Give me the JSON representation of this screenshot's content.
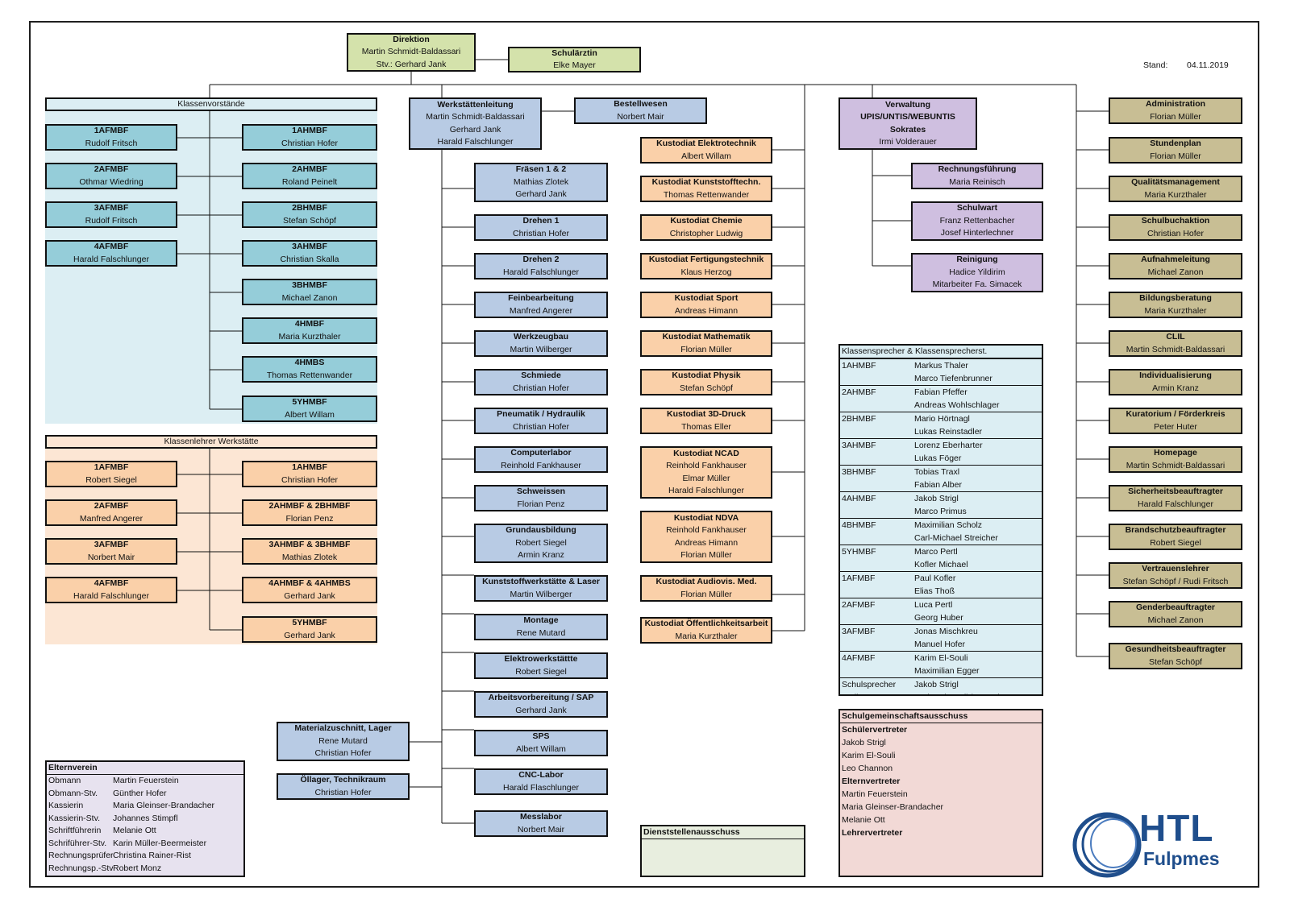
{
  "stand": {
    "label": "Stand:",
    "date": "04.11.2019"
  },
  "direktion": {
    "title": "Direktion",
    "name": "Martin Schmidt-Baldassari",
    "deputy": "Stv.:  Gerhard Jank"
  },
  "schularzt": {
    "title": "Schulärztin",
    "name": "Elke Mayer"
  },
  "klassenvorstaende": {
    "header": "Klassenvorstände",
    "left": [
      {
        "title": "1AFMBF",
        "name": "Rudolf Fritsch"
      },
      {
        "title": "2AFMBF",
        "name": "Othmar Wiedring"
      },
      {
        "title": "3AFMBF",
        "name": "Rudolf Fritsch"
      },
      {
        "title": "4AFMBF",
        "name": "Harald Falschlunger"
      }
    ],
    "right": [
      {
        "title": "1AHMBF",
        "name": "Christian Hofer"
      },
      {
        "title": "2AHMBF",
        "name": "Roland Peinelt"
      },
      {
        "title": "2BHMBF",
        "name": "Stefan Schöpf"
      },
      {
        "title": "3AHMBF",
        "name": "Christian Skalla"
      },
      {
        "title": "3BHMBF",
        "name": "Michael Zanon"
      },
      {
        "title": "4HMBF",
        "name": "Maria Kurzthaler"
      },
      {
        "title": "4HMBS",
        "name": "Thomas Rettenwander"
      },
      {
        "title": "5YHMBF",
        "name": "Albert Willam"
      }
    ]
  },
  "klassenlehrer": {
    "header": "Klassenlehrer Werkstätte",
    "left": [
      {
        "title": "1AFMBF",
        "name": "Robert Siegel"
      },
      {
        "title": "2AFMBF",
        "name": "Manfred Angerer"
      },
      {
        "title": "3AFMBF",
        "name": "Norbert Mair"
      },
      {
        "title": "4AFMBF",
        "name": "Harald Falschlunger"
      }
    ],
    "right": [
      {
        "title": "1AHMBF",
        "name": "Christian Hofer"
      },
      {
        "title": "2AHMBF & 2BHMBF",
        "name": "Florian Penz"
      },
      {
        "title": "3AHMBF & 3BHMBF",
        "name": "Mathias Zlotek"
      },
      {
        "title": "4AHMBF & 4AHMBS",
        "name": "Gerhard Jank"
      },
      {
        "title": "5YHMBF",
        "name": "Gerhard Jank"
      }
    ]
  },
  "werkstaettenleitung": {
    "title": "Werkstättenleitung",
    "names": [
      "Martin Schmidt-Baldassari",
      "Gerhard Jank",
      "Harald Falschlunger"
    ]
  },
  "bestellwesen": {
    "title": "Bestellwesen",
    "name": "Norbert Mair"
  },
  "werkstaetten": [
    {
      "title": "Fräsen 1 & 2",
      "names": [
        "Mathias Zlotek",
        "Gerhard Jank"
      ]
    },
    {
      "title": "Drehen 1",
      "names": [
        "Christian Hofer"
      ]
    },
    {
      "title": "Drehen 2",
      "names": [
        "Harald Falschlunger"
      ]
    },
    {
      "title": "Feinbearbeitung",
      "names": [
        "Manfred Angerer"
      ]
    },
    {
      "title": "Werkzeugbau",
      "names": [
        "Martin Wilberger"
      ]
    },
    {
      "title": "Schmiede",
      "names": [
        "Christian Hofer"
      ]
    },
    {
      "title": "Pneumatik / Hydraulik",
      "names": [
        "Christian Hofer"
      ]
    },
    {
      "title": "Computerlabor",
      "names": [
        "Reinhold Fankhauser"
      ]
    },
    {
      "title": "Schweissen",
      "names": [
        "Florian Penz"
      ]
    },
    {
      "title": "Grundausbildung",
      "names": [
        "Robert Siegel",
        "Armin Kranz"
      ]
    },
    {
      "title": "Kunststoffwerkstätte & Laser",
      "names": [
        "Martin Wilberger"
      ]
    },
    {
      "title": "Montage",
      "names": [
        "Rene Mutard"
      ]
    },
    {
      "title": "Elektrowerkstättte",
      "names": [
        "Robert Siegel"
      ]
    },
    {
      "title": "Arbeitsvorbereitung / SAP",
      "names": [
        "Gerhard Jank"
      ]
    },
    {
      "title": "SPS",
      "names": [
        "Albert Willam"
      ]
    },
    {
      "title": "CNC-Labor",
      "names": [
        "Harald Flaschlunger"
      ]
    },
    {
      "title": "Messlabor",
      "names": [
        "Norbert Mair"
      ]
    }
  ],
  "materialzuschnitt": {
    "title": "Materialzuschnitt, Lager",
    "names": [
      "Rene Mutard",
      "Christian Hofer"
    ]
  },
  "oellager": {
    "title": "Öllager, Technikraum",
    "names": [
      "Christian Hofer"
    ]
  },
  "kustodiate": [
    {
      "title": "Kustodiat Elektrotechnik",
      "names": [
        "Albert Willam"
      ]
    },
    {
      "title": "Kustodiat Kunststofftechn.",
      "names": [
        "Thomas Rettenwander"
      ]
    },
    {
      "title": "Kustodiat Chemie",
      "names": [
        "Christopher Ludwig"
      ]
    },
    {
      "title": "Kustodiat Fertigungstechnik",
      "names": [
        "Klaus Herzog"
      ]
    },
    {
      "title": "Kustodiat Sport",
      "names": [
        "Andreas Himann"
      ]
    },
    {
      "title": "Kustodiat Mathematik",
      "names": [
        "Florian Müller"
      ]
    },
    {
      "title": "Kustodiat Physik",
      "names": [
        "Stefan Schöpf"
      ]
    },
    {
      "title": "Kustodiat 3D-Druck",
      "names": [
        "Thomas Eller"
      ]
    },
    {
      "title": "Kustodiat NCAD",
      "names": [
        "Reinhold Fankhauser",
        "Elmar Müller",
        "Harald Falschlunger"
      ]
    },
    {
      "title": "Kustodiat NDVA",
      "names": [
        "Reinhold Fankhauser",
        "Andreas Himann",
        "Florian Müller"
      ]
    },
    {
      "title": "Kustodiat Audiovis. Med.",
      "names": [
        "Florian Müller"
      ]
    },
    {
      "title": "Kustodiat Öffentlichkeitsarbeit",
      "names": [
        "Maria Kurzthaler"
      ]
    }
  ],
  "verwaltung": {
    "titles": [
      "Verwaltung",
      "UPIS/UNTIS/WEBUNTIS",
      "Sokrates"
    ],
    "name": "Irmi Volderauer"
  },
  "verwaltung_sub": [
    {
      "title": "Rechnungsführung",
      "names": [
        "Maria Reinisch"
      ]
    },
    {
      "title": "Schulwart",
      "names": [
        "Franz Rettenbacher",
        "Josef Hinterlechner"
      ]
    },
    {
      "title": "Reinigung",
      "names": [
        "Hadice Yildirim",
        "Mitarbeiter Fa. Simacek"
      ]
    }
  ],
  "sprecher": {
    "header": "Klassensprecher & Klassensprecherst.",
    "groups": [
      {
        "klasse": "1AHMBF",
        "names": [
          "Markus Thaler",
          "Marco Tiefenbrunner"
        ]
      },
      {
        "klasse": "2AHMBF",
        "names": [
          "Fabian Pfeffer",
          "Andreas Wohlschlager"
        ]
      },
      {
        "klasse": "2BHMBF",
        "names": [
          "Mario Hörtnagl",
          "Lukas Reinstadler"
        ]
      },
      {
        "klasse": "3AHMBF",
        "names": [
          "Lorenz Eberharter",
          "Lukas Föger"
        ]
      },
      {
        "klasse": "3BHMBF",
        "names": [
          "Tobias Traxl",
          "Fabian Alber"
        ]
      },
      {
        "klasse": "4AHMBF",
        "names": [
          "Jakob Strigl",
          "Marco Primus"
        ]
      },
      {
        "klasse": "4BHMBF",
        "names": [
          "Maximilian Scholz",
          "Carl-Michael Streicher"
        ]
      },
      {
        "klasse": "5YHMBF",
        "names": [
          "Marco Pertl",
          "Kofler Michael"
        ]
      },
      {
        "klasse": "1AFMBF",
        "names": [
          "Paul Kofler",
          "Elias Thoß"
        ]
      },
      {
        "klasse": "2AFMBF",
        "names": [
          "Luca Pertl",
          "Georg Huber"
        ]
      },
      {
        "klasse": "3AFMBF",
        "names": [
          "Jonas Mischkreu",
          "Manuel Hofer"
        ]
      },
      {
        "klasse": "4AFMBF",
        "names": [
          "Karim El-Souli",
          "Maximilian Egger"
        ]
      }
    ],
    "footer": [
      {
        "role": "Schulsprecher",
        "name": "Jakob Strigl"
      },
      {
        "role": "Stellvertreter",
        "name": "Karim El-Souli / Leo Channon"
      }
    ]
  },
  "sga": {
    "header": "Schulgemeinschaftsausschuss",
    "lines": [
      {
        "text": "Schülervertreter",
        "bold": true
      },
      {
        "text": "Jakob Strigl",
        "bold": false
      },
      {
        "text": "Karim El-Souli",
        "bold": false
      },
      {
        "text": "Leo Channon",
        "bold": false
      },
      {
        "text": "Elternvertreter",
        "bold": true
      },
      {
        "text": "Martin Feuerstein",
        "bold": false
      },
      {
        "text": "Maria Gleinser-Brandacher",
        "bold": false
      },
      {
        "text": "Melanie Ott",
        "bold": false
      },
      {
        "text": "Lehrervertreter",
        "bold": true
      }
    ]
  },
  "dienststellenausschuss": {
    "header": "Dienststellenausschuss"
  },
  "elternverein": {
    "header": "Elternverein",
    "rows": [
      {
        "role": "Obmann",
        "name": "Martin Feuerstein"
      },
      {
        "role": "Obmann-Stv.",
        "name": "Günther Hofer"
      },
      {
        "role": "Kassierin",
        "name": "Maria Gleinser-Brandacher"
      },
      {
        "role": "Kassierin-Stv.",
        "name": "Johannes Stimpfl"
      },
      {
        "role": "Schriftführerin",
        "name": "Melanie Ott"
      },
      {
        "role": "Schriführer-Stv.",
        "name": "Karin Müller-Beermeister"
      },
      {
        "role": "Rechnungsprüfer",
        "name": "Christina Rainer-Rist"
      },
      {
        "role": "Rechnungsp.-Stv",
        "name": "Robert Monz"
      }
    ]
  },
  "administration": [
    {
      "title": "Administration",
      "name": "Florian Müller"
    },
    {
      "title": "Stundenplan",
      "name": "Florian Müller"
    },
    {
      "title": "Qualitätsmanagement",
      "name": "Maria Kurzthaler"
    },
    {
      "title": "Schulbuchaktion",
      "name": "Christian Hofer"
    },
    {
      "title": "Aufnahmeleitung",
      "name": "Michael Zanon"
    },
    {
      "title": "Bildungsberatung",
      "name": "Maria Kurzthaler"
    },
    {
      "title": "CLIL",
      "name": "Martin Schmidt-Baldassari"
    },
    {
      "title": "Individualisierung",
      "name": "Armin Kranz"
    },
    {
      "title": "Kuratorium / Förderkreis",
      "name": "Peter Huter"
    },
    {
      "title": "Homepage",
      "name": "Martin Schmidt-Baldassari"
    },
    {
      "title": "Sicherheitsbeauftragter",
      "name": "Harald Falschlunger"
    },
    {
      "title": "Brandschutzbeauftragter",
      "name": "Robert Siegel"
    },
    {
      "title": "Vertrauenslehrer",
      "name": "Stefan Schöpf / Rudi Fritsch"
    },
    {
      "title": "Genderbeauftragter",
      "name": "Michael Zanon"
    },
    {
      "title": "Gesundheitsbeauftragter",
      "name": "Stefan Schöpf"
    }
  ],
  "logo": {
    "name": "HTL",
    "place": "Fulpmes",
    "icon": "htl-logo-swoosh"
  }
}
